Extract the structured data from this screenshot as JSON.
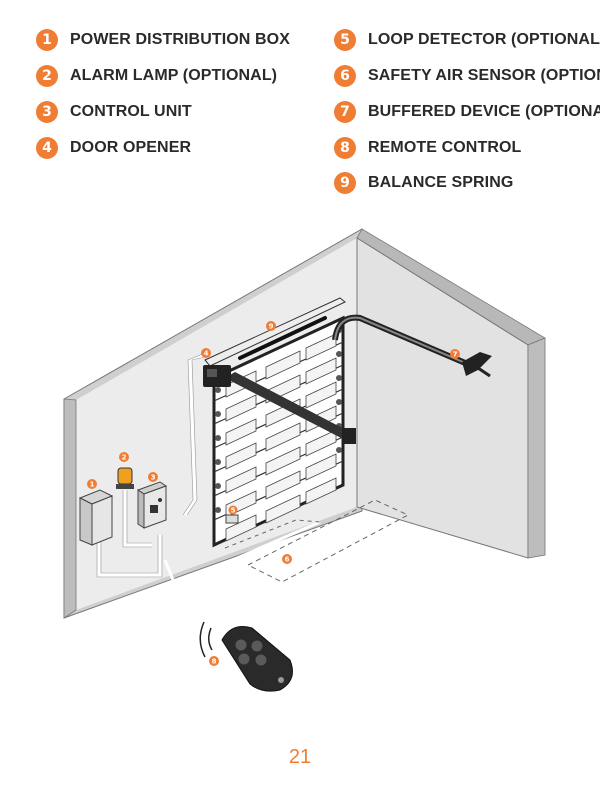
{
  "legend": [
    {
      "num": "1",
      "label": "POWER DISTRIBUTION BOX"
    },
    {
      "num": "2",
      "label": "ALARM LAMP (OPTIONAL)"
    },
    {
      "num": "3",
      "label": "CONTROL UNIT"
    },
    {
      "num": "4",
      "label": "DOOR OPENER"
    },
    {
      "num": "5",
      "label": "LOOP DETECTOR (OPTIONAL)"
    },
    {
      "num": "6",
      "label": "SAFETY AIR SENSOR (OPTIONA"
    },
    {
      "num": "7",
      "label": "BUFFERED DEVICE (OPTIONAL)"
    },
    {
      "num": "8",
      "label": "REMOTE CONTROL"
    },
    {
      "num": "9",
      "label": "BALANCE SPRING"
    }
  ],
  "callouts": {
    "power_box": "1",
    "alarm_lamp": "2",
    "control_unit": "3",
    "door_opener": "4",
    "loop_detector": "5",
    "air_sensor": "6",
    "buffered_device": "7",
    "remote_control": "8",
    "balance_spring": "9"
  },
  "page_number": "21",
  "colors": {
    "accent": "#ef7d33",
    "wall": "#cfcfcf",
    "line": "#333333"
  }
}
